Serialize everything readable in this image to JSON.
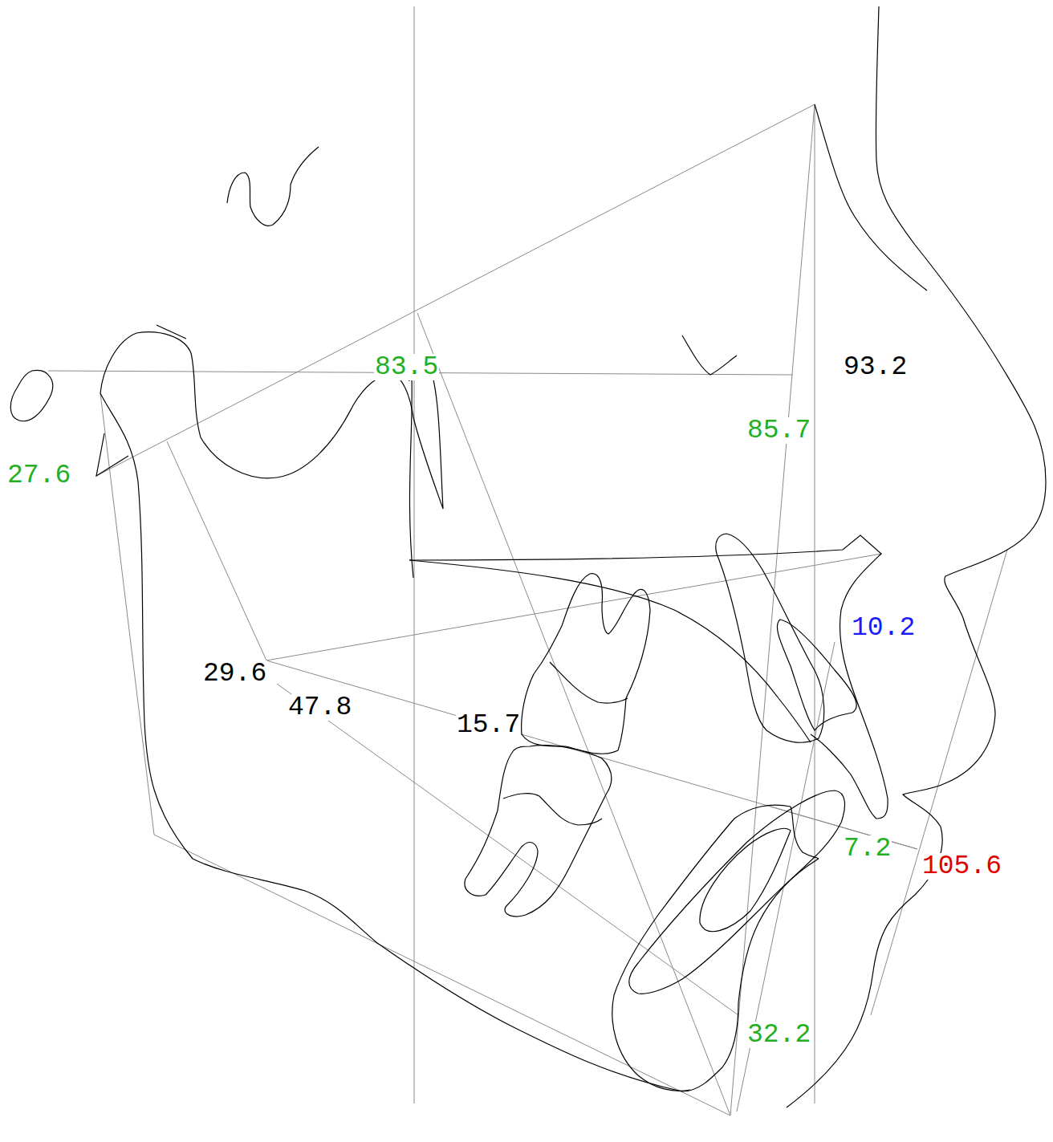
{
  "diagram": {
    "labels": [
      "83.5",
      "93.2",
      "85.7",
      "27.6",
      "10.2",
      "29.6",
      "47.8",
      "15.7",
      "7.2",
      "105.6",
      "32.2"
    ]
  }
}
